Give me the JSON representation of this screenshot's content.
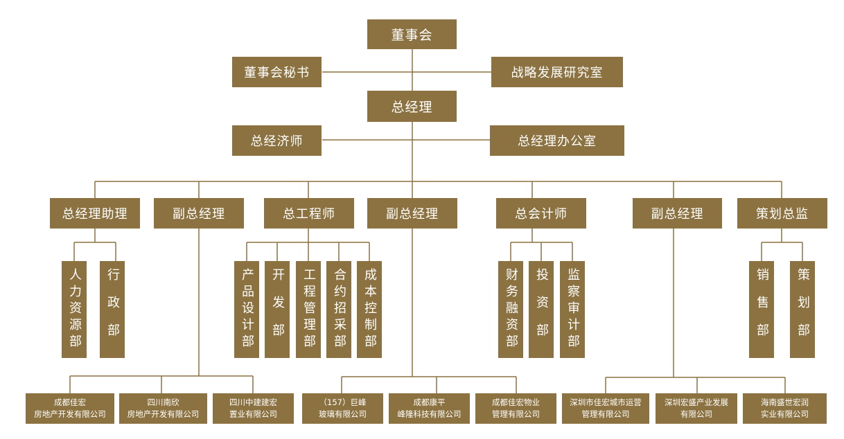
{
  "colors": {
    "box": "#8b7240",
    "line": "#8b7240",
    "text": "#ffffff"
  },
  "top": {
    "board": "董事会",
    "board_secretary": "董事会秘书",
    "strategy_office": "战略发展研究室",
    "gm": "总经理",
    "chief_economist": "总经济师",
    "gm_office": "总经理办公室"
  },
  "executives": {
    "gm_assistant": "总经理助理",
    "vgm_1": "副总经理",
    "chief_engineer": "总工程师",
    "vgm_2": "副总经理",
    "chief_accountant": "总会计师",
    "vgm_3": "副总经理",
    "planning_director": "策划总监"
  },
  "departments": {
    "hr": "人力资源部",
    "admin": "行政部",
    "product_design": "产品设计部",
    "development": "开发部",
    "engineering_mgmt": "工程管理部",
    "contract_procurement": "合约招采部",
    "cost_control": "成本控制部",
    "finance": "财务融资部",
    "investment": "投资部",
    "audit": "监察审计部",
    "sales": "销售部",
    "planning": "策划部"
  },
  "companies": {
    "c1": "成都佳宏\n房地产开发有限公司",
    "c2": "四川南欣\n房地产开发有限公司",
    "c3": "四川中建建宏\n置业有限公司",
    "c4": "（157）巨峰\n玻璃有限公司",
    "c5": "成都康平\n峰隆科技有限公司",
    "c6": "成都佳宏物业\n管理有限公司",
    "c7": "深圳市佳宏城市运营\n管理有限公司",
    "c8": "深圳宏盛产业发展\n有限公司",
    "c9": "海南盛世宏润\n实业有限公司"
  }
}
